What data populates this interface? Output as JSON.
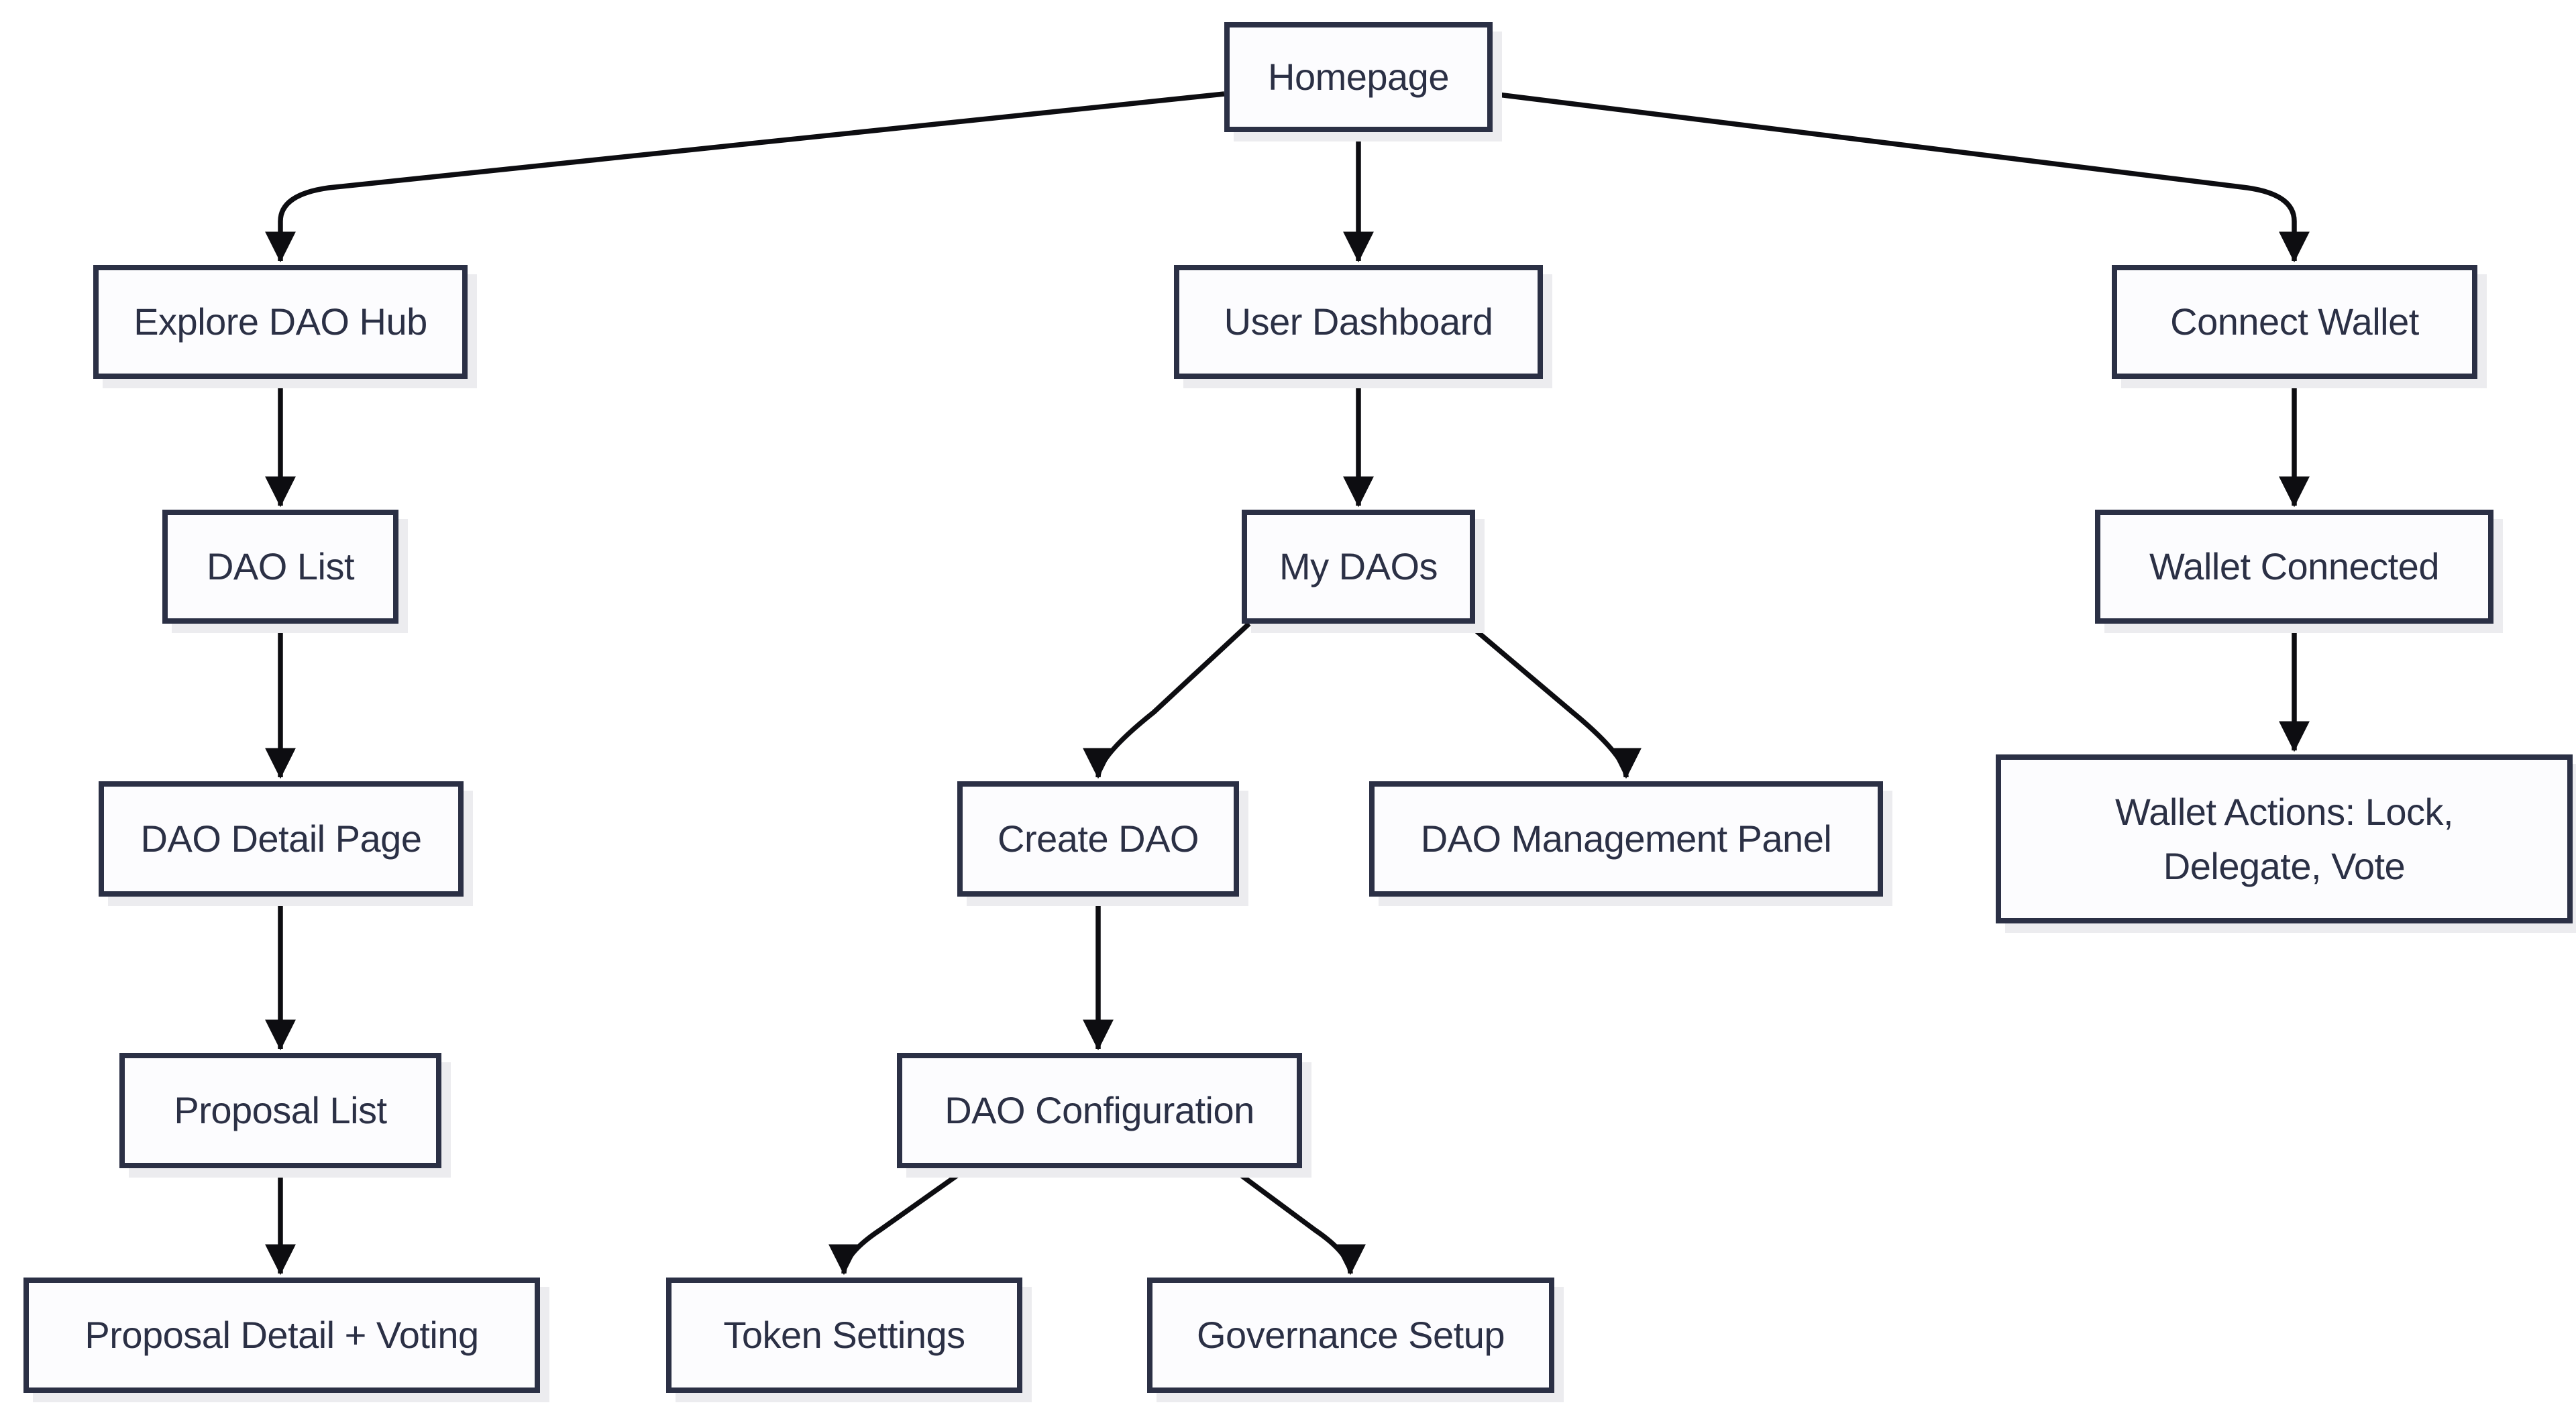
{
  "diagram": {
    "type": "flowchart",
    "direction": "top-down",
    "colors": {
      "background": "#ffffff",
      "node-fill": "#fcfcfe",
      "node-border": "#2b3045",
      "node-text": "#2b3045",
      "edge": "#0d0d11",
      "shadow": "#ececef"
    },
    "nodes": [
      {
        "id": "homepage",
        "label": "Homepage"
      },
      {
        "id": "explore-dao-hub",
        "label": "Explore DAO Hub"
      },
      {
        "id": "user-dashboard",
        "label": "User Dashboard"
      },
      {
        "id": "connect-wallet",
        "label": "Connect Wallet"
      },
      {
        "id": "dao-list",
        "label": "DAO List"
      },
      {
        "id": "my-daos",
        "label": "My DAOs"
      },
      {
        "id": "wallet-connected",
        "label": "Wallet Connected"
      },
      {
        "id": "dao-detail-page",
        "label": "DAO Detail Page"
      },
      {
        "id": "create-dao",
        "label": "Create DAO"
      },
      {
        "id": "dao-management-panel",
        "label": "DAO Management Panel"
      },
      {
        "id": "wallet-actions",
        "label": "Wallet Actions: Lock,\nDelegate, Vote"
      },
      {
        "id": "proposal-list",
        "label": "Proposal List"
      },
      {
        "id": "dao-configuration",
        "label": "DAO Configuration"
      },
      {
        "id": "proposal-detail-voting",
        "label": "Proposal Detail + Voting"
      },
      {
        "id": "token-settings",
        "label": "Token Settings"
      },
      {
        "id": "governance-setup",
        "label": "Governance Setup"
      }
    ],
    "edges": [
      {
        "from": "homepage",
        "to": "explore-dao-hub"
      },
      {
        "from": "homepage",
        "to": "user-dashboard"
      },
      {
        "from": "homepage",
        "to": "connect-wallet"
      },
      {
        "from": "explore-dao-hub",
        "to": "dao-list"
      },
      {
        "from": "user-dashboard",
        "to": "my-daos"
      },
      {
        "from": "connect-wallet",
        "to": "wallet-connected"
      },
      {
        "from": "dao-list",
        "to": "dao-detail-page"
      },
      {
        "from": "my-daos",
        "to": "create-dao"
      },
      {
        "from": "my-daos",
        "to": "dao-management-panel"
      },
      {
        "from": "wallet-connected",
        "to": "wallet-actions"
      },
      {
        "from": "create-dao",
        "to": "dao-configuration"
      },
      {
        "from": "dao-detail-page",
        "to": "proposal-list"
      },
      {
        "from": "proposal-list",
        "to": "proposal-detail-voting"
      },
      {
        "from": "dao-configuration",
        "to": "token-settings"
      },
      {
        "from": "dao-configuration",
        "to": "governance-setup"
      }
    ]
  }
}
